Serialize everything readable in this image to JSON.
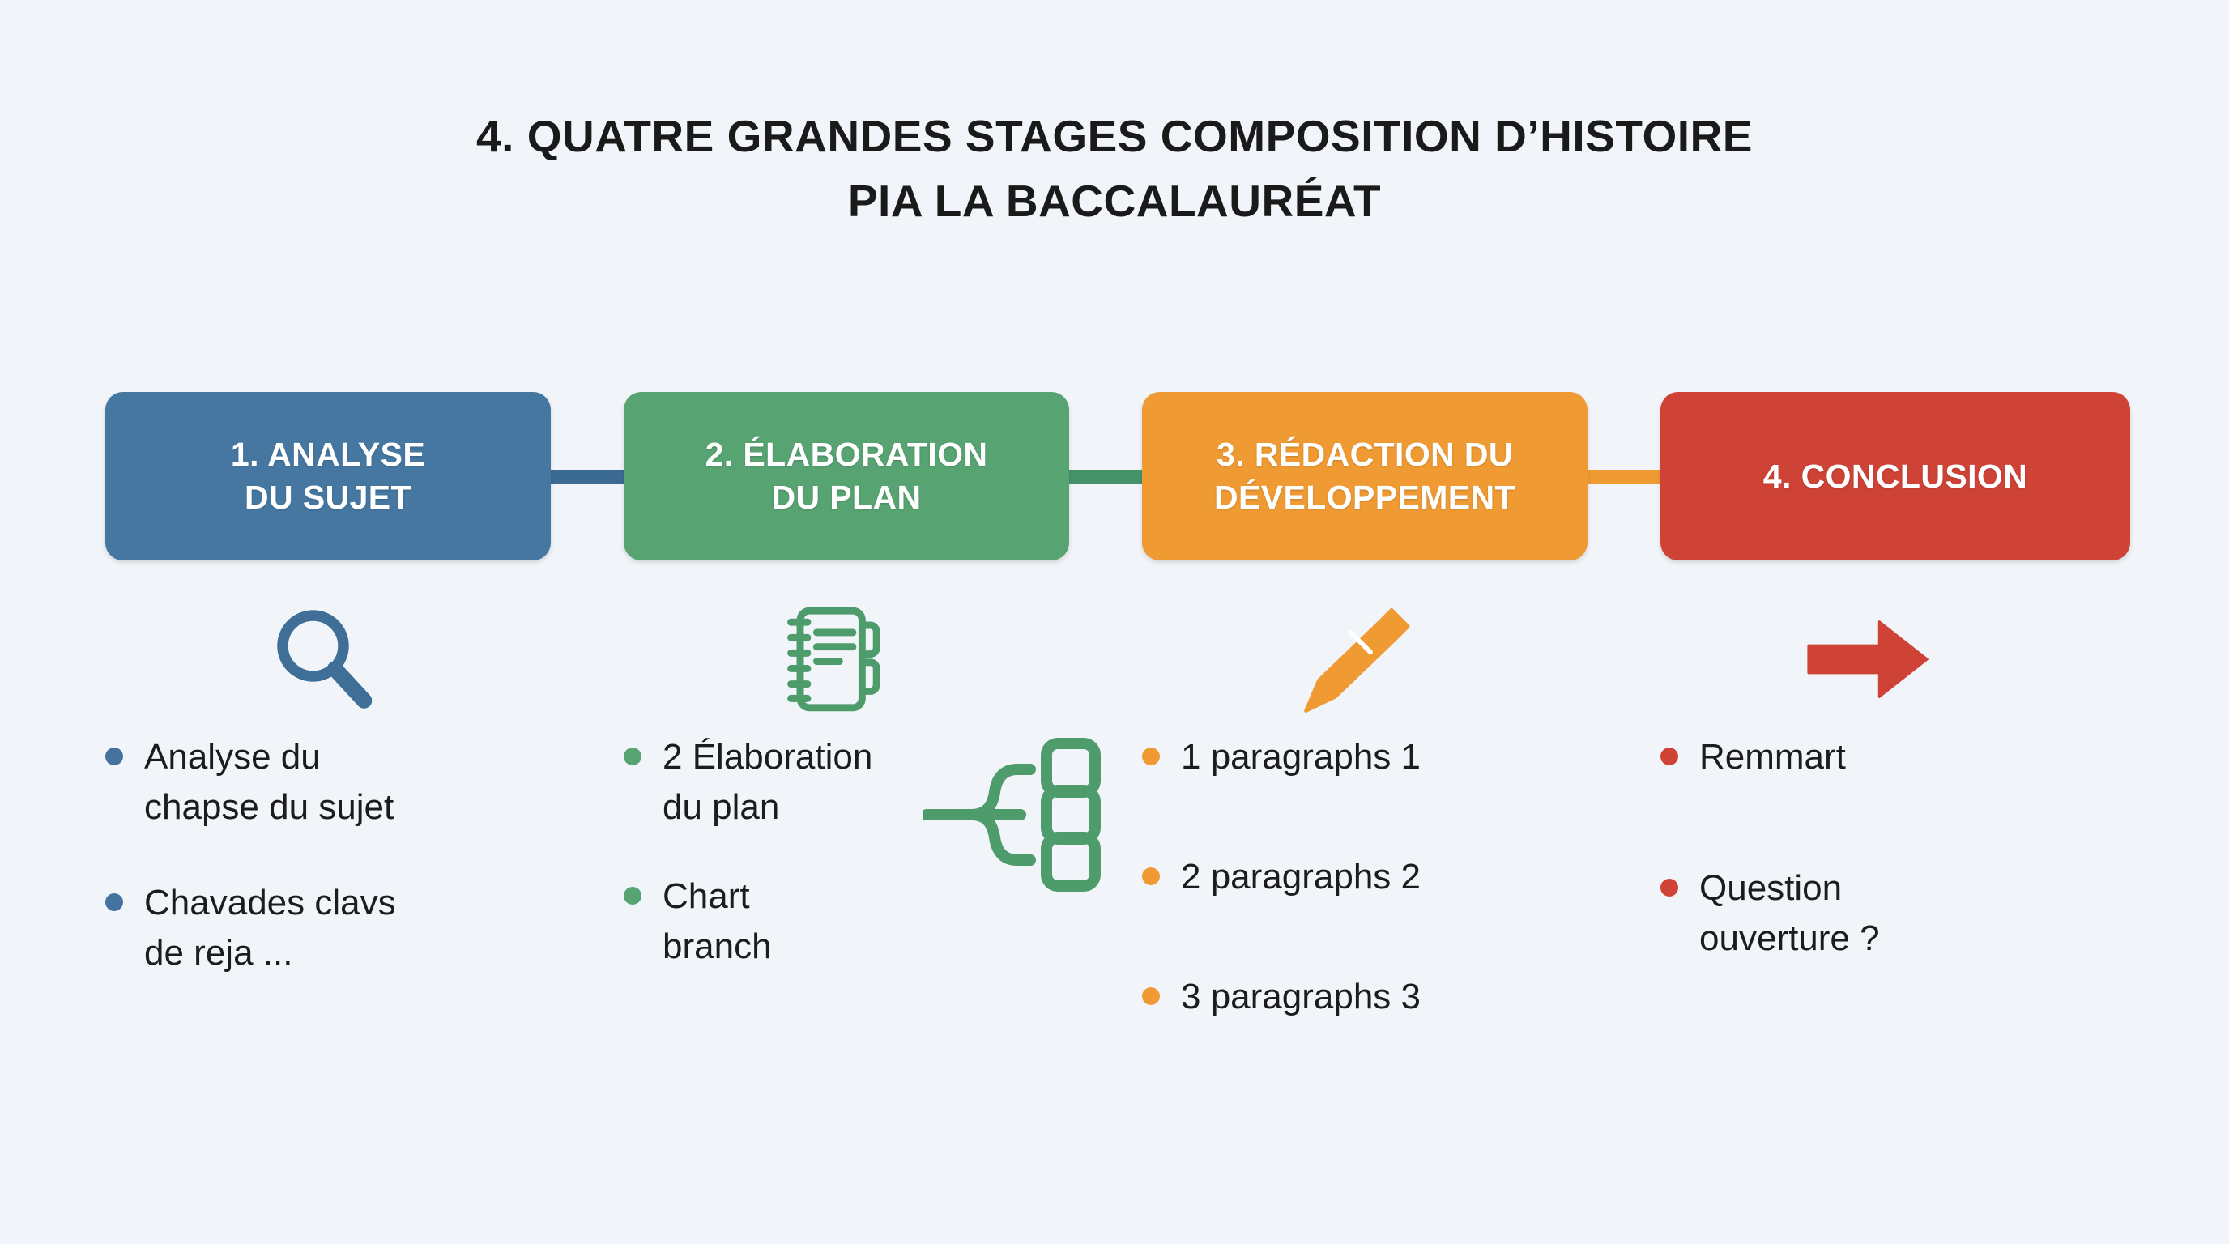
{
  "background_color": "#f1f5f9",
  "title": {
    "line1": "4. QUATRE GRANDES STAGES COMPOSITION D’HISTOIRE",
    "line2": "PIA LA BACCALAURÉAT"
  },
  "stages": [
    {
      "id": "stage-1",
      "label": "1. ANALYSE\nDU SUJET",
      "color": "#4577a1",
      "connector_color": "#3c6b92",
      "icon": "magnifier-icon",
      "bullets": [
        {
          "text": "Analyse du\nchapse du sujet",
          "dot_color": "#45719e"
        },
        {
          "text": "Chavades clavs\nde reja ...",
          "dot_color": "#45719e"
        }
      ]
    },
    {
      "id": "stage-2",
      "label": "2. ÉLABORATION\nDU PLAN",
      "color": "#57a371",
      "connector_color": "#46936a",
      "icon": "notebook-icon",
      "bullets": [
        {
          "text": "2 Élaboration\ndu plan",
          "dot_color": "#57a371"
        },
        {
          "text": "Chart\nbranch",
          "dot_color": "#57a371"
        }
      ],
      "extra_graphic": "branch-tree-icon"
    },
    {
      "id": "stage-3",
      "label": "3. RÉDACTION DU\nDÉVELOPPEMENT",
      "color": "#ef9a33",
      "connector_color": "#ef9a33",
      "icon": "pen-icon",
      "bullets": [
        {
          "text": "1 paragraphs 1",
          "dot_color": "#ef9a33"
        },
        {
          "text": "2 paragraphs 2",
          "dot_color": "#ef9a33"
        },
        {
          "text": "3 paragraphs 3",
          "dot_color": "#ef9a33"
        }
      ]
    },
    {
      "id": "stage-4",
      "label": "4. CONCLUSION",
      "color": "#cf4236",
      "connector_color": null,
      "icon": "arrow-right-icon",
      "bullets": [
        {
          "text": "Remmart",
          "dot_color": "#cf4236"
        },
        {
          "text": "Question\nouverture ?",
          "dot_color": "#cf4236"
        }
      ]
    }
  ]
}
